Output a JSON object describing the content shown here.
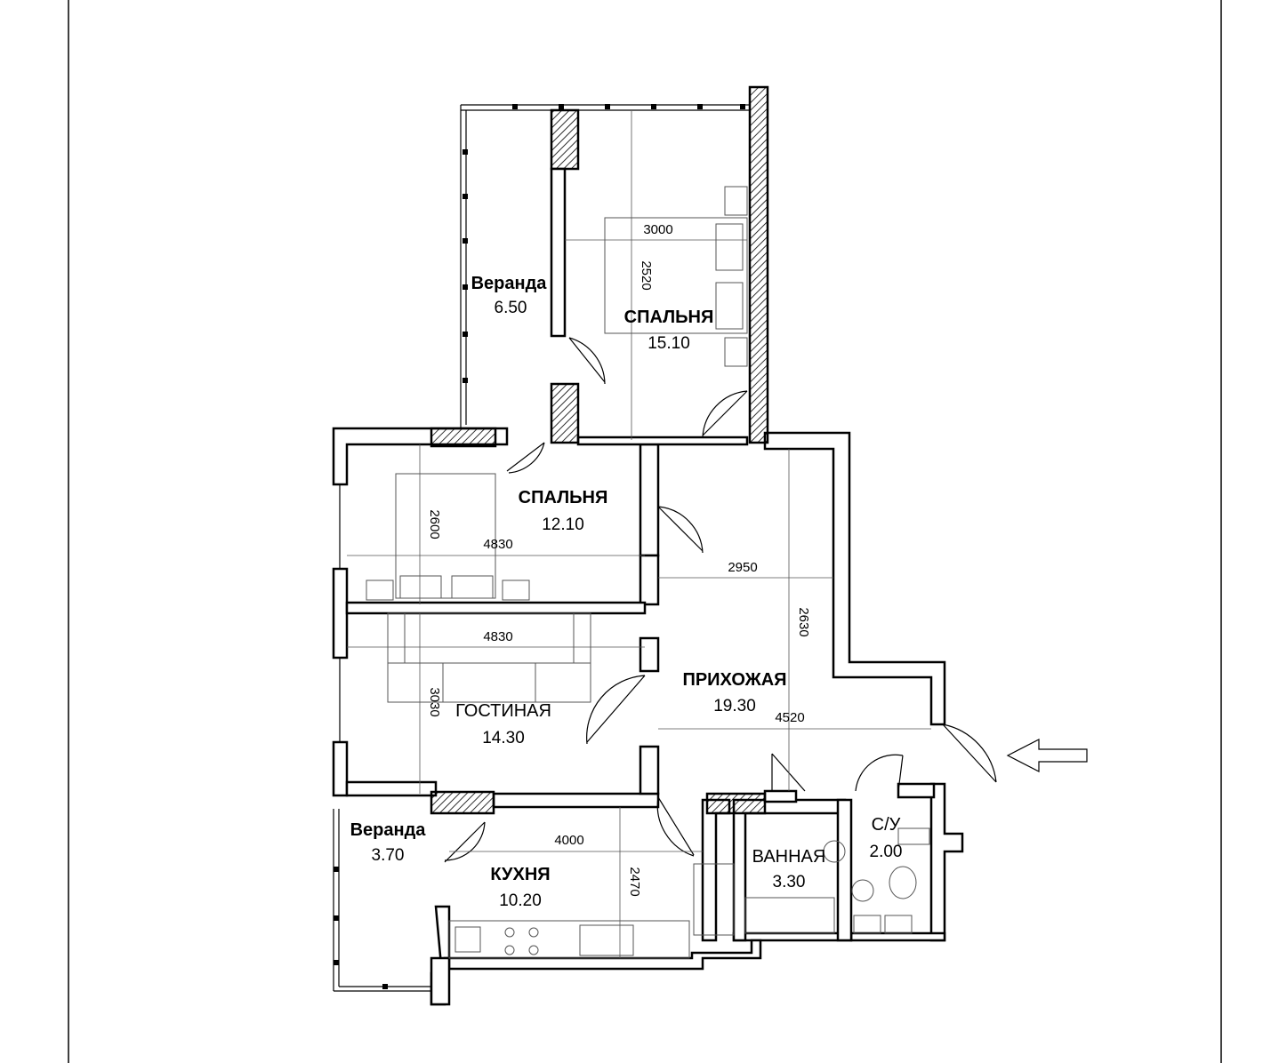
{
  "rooms": {
    "bedroom_top": {
      "name": "СПАЛЬНЯ",
      "area": "15.10"
    },
    "bedroom_mid": {
      "name": "СПАЛЬНЯ",
      "area": "12.10"
    },
    "veranda_top": {
      "name": "Веранда",
      "area": "6.50"
    },
    "hallway": {
      "name": "ПРИХОЖАЯ",
      "area": "19.30"
    },
    "living": {
      "name": "ГОСТИНАЯ",
      "area": "14.30"
    },
    "veranda_bottom": {
      "name": "Веранда",
      "area": "3.70"
    },
    "kitchen": {
      "name": "КУХНЯ",
      "area": "10.20"
    },
    "bathroom": {
      "name": "ВАННАЯ",
      "area": "3.30"
    },
    "wc": {
      "name": "С/У",
      "area": "2.00"
    }
  },
  "dimensions": {
    "bedroom_top_width": "3000",
    "bedroom_top_depth": "2520",
    "bedroom_mid_width": "4830",
    "bedroom_mid_depth": "2600",
    "hallway_width": "2950",
    "hallway_depth": "2630",
    "hallway_length": "4520",
    "living_width": "4830",
    "living_depth": "3030",
    "kitchen_width": "4000",
    "kitchen_depth": "2470"
  },
  "icons": {
    "entrance": "entrance-arrow-icon"
  }
}
